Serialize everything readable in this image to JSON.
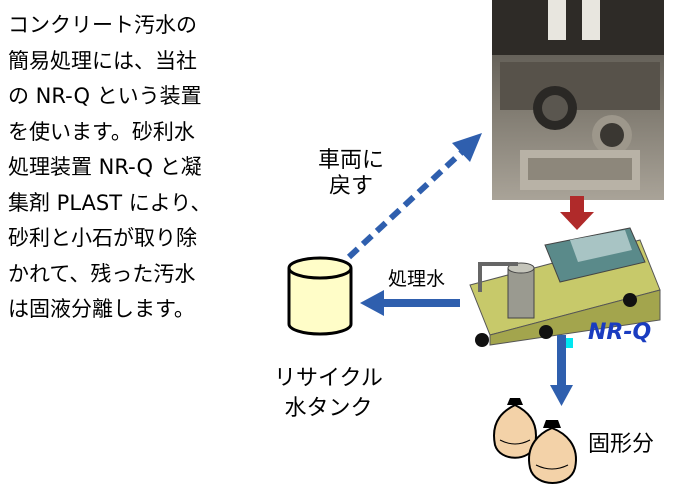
{
  "paragraph": [
    "コンクリート汚水の",
    "簡易処理には、当社",
    "の NR-Q という装置",
    "を使います。砂利水",
    "処理装置 NR-Q と凝",
    "集剤 PLAST により、",
    "砂利と小石が取り除",
    "かれて、残った汚水",
    "は固液分離します。"
  ],
  "labels": {
    "return_line1": "車両に",
    "return_line2": "戻す",
    "treated_water": "処理水",
    "tank_line1": "リサイクル",
    "tank_line2": "水タンク",
    "solids": "固形分",
    "device": "NR-Q"
  },
  "colors": {
    "arrow_blue": "#2f5fae",
    "arrow_red": "#b02a2a",
    "tank_fill": "#fffdc8",
    "device_body": "#c7c96a",
    "device_accent": "#1a3cc0"
  }
}
